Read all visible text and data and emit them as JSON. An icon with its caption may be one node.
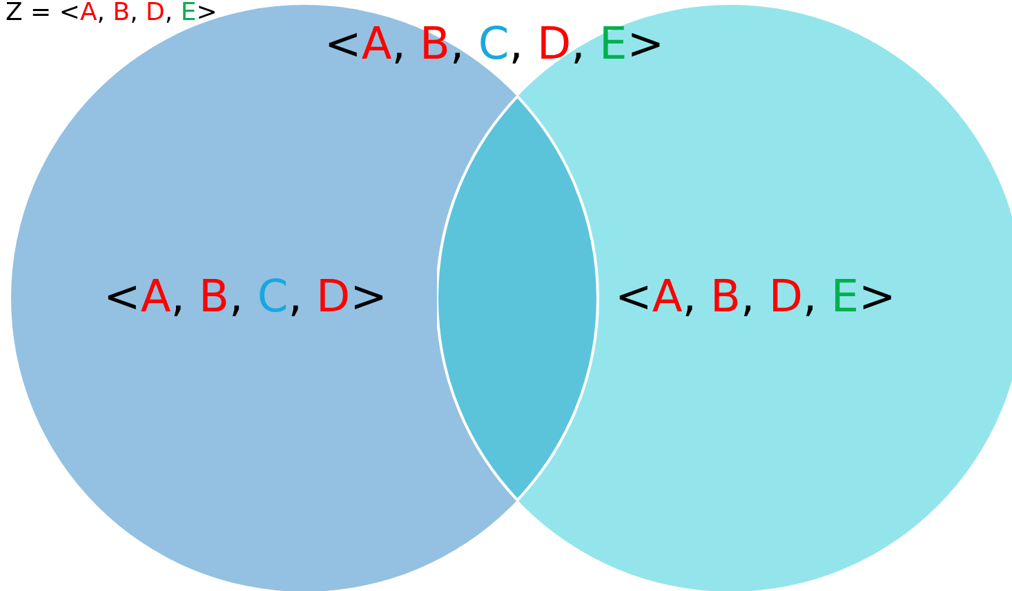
{
  "diagram": {
    "nodes": [
      {
        "text": [
          "<A, B, C, D>"
        ]
      },
      {
        "text": [
          "<A, B, D, E>"
        ]
      }
    ],
    "labels": [
      "Z = <A, B, D, E>",
      "<A, B, C, D, E>"
    ]
  }
}
